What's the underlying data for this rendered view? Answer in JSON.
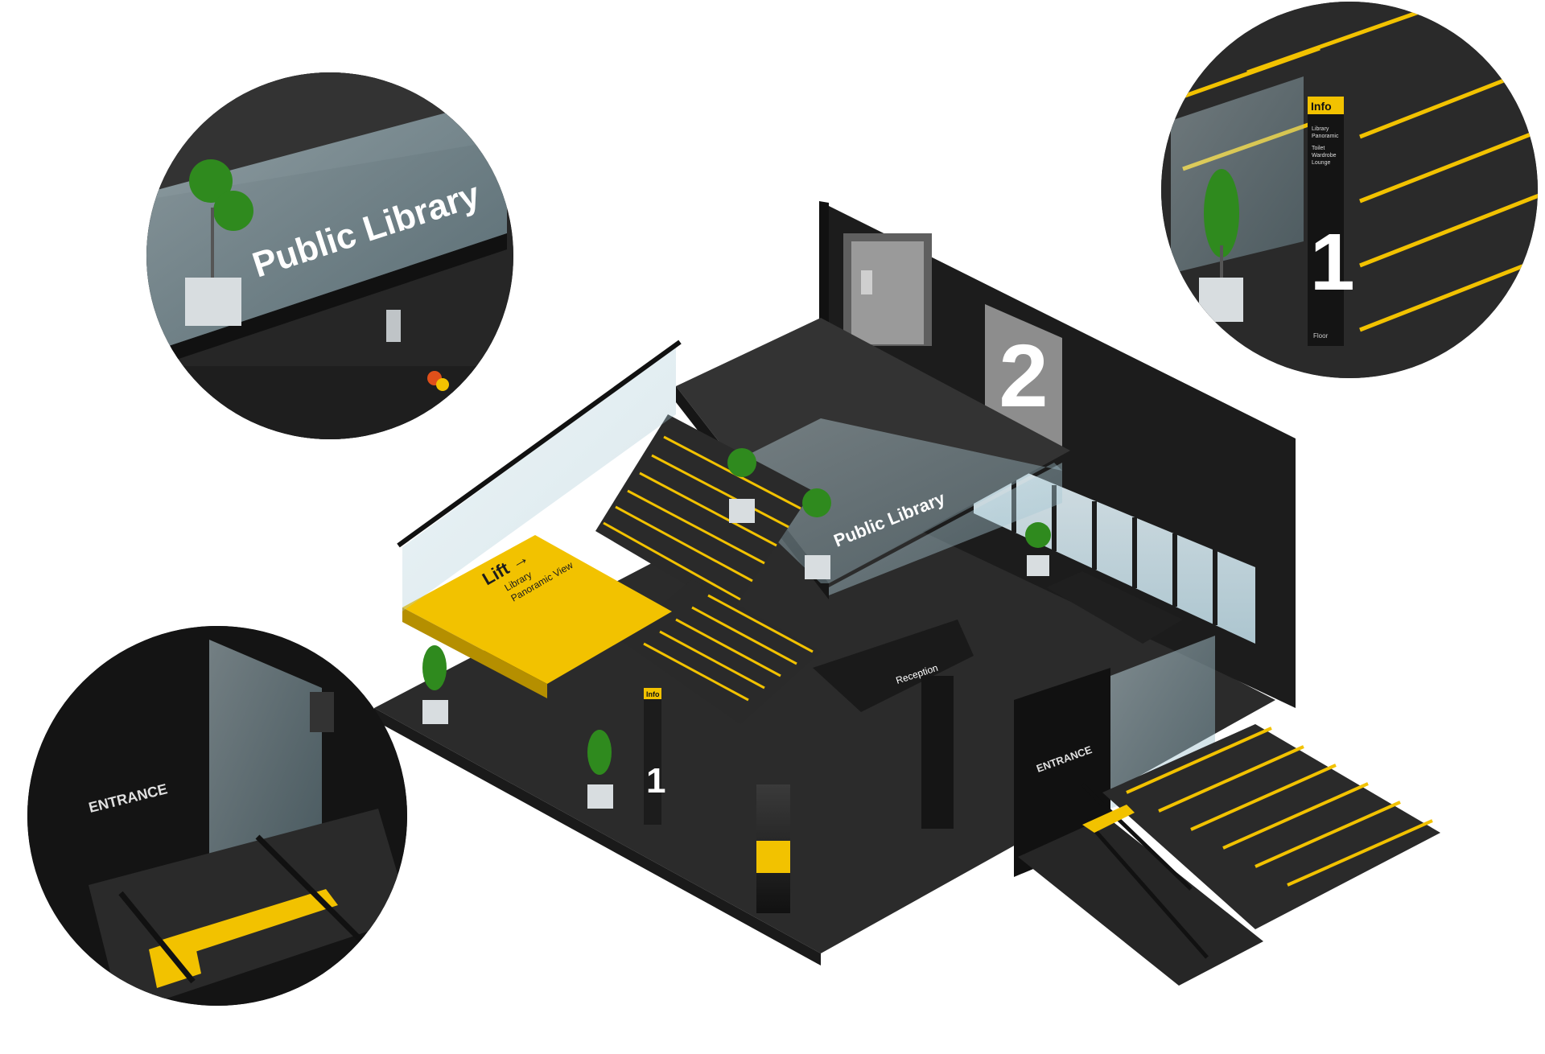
{
  "signs": {
    "library": "Public Library",
    "lift": "Lift →",
    "lift_sub_1": "Library",
    "lift_sub_2": "Panoramic View",
    "info": "Info",
    "info_line_1": "Library",
    "info_line_2": "Panoramic",
    "info_line_3": "Toilet",
    "info_line_4": "Wardrobe",
    "info_line_5": "Lounge",
    "floor_word": "Floor",
    "floor_1": "1",
    "floor_2": "2",
    "entrance": "ENTRANCE",
    "reception": "Reception"
  },
  "colors": {
    "floor": "#2b2b2b",
    "wall": "#1c1c1c",
    "accent_yellow": "#f2c200",
    "glass": "#b8d6e0",
    "plant": "#2f8a1e",
    "planter": "#d8dde0"
  }
}
